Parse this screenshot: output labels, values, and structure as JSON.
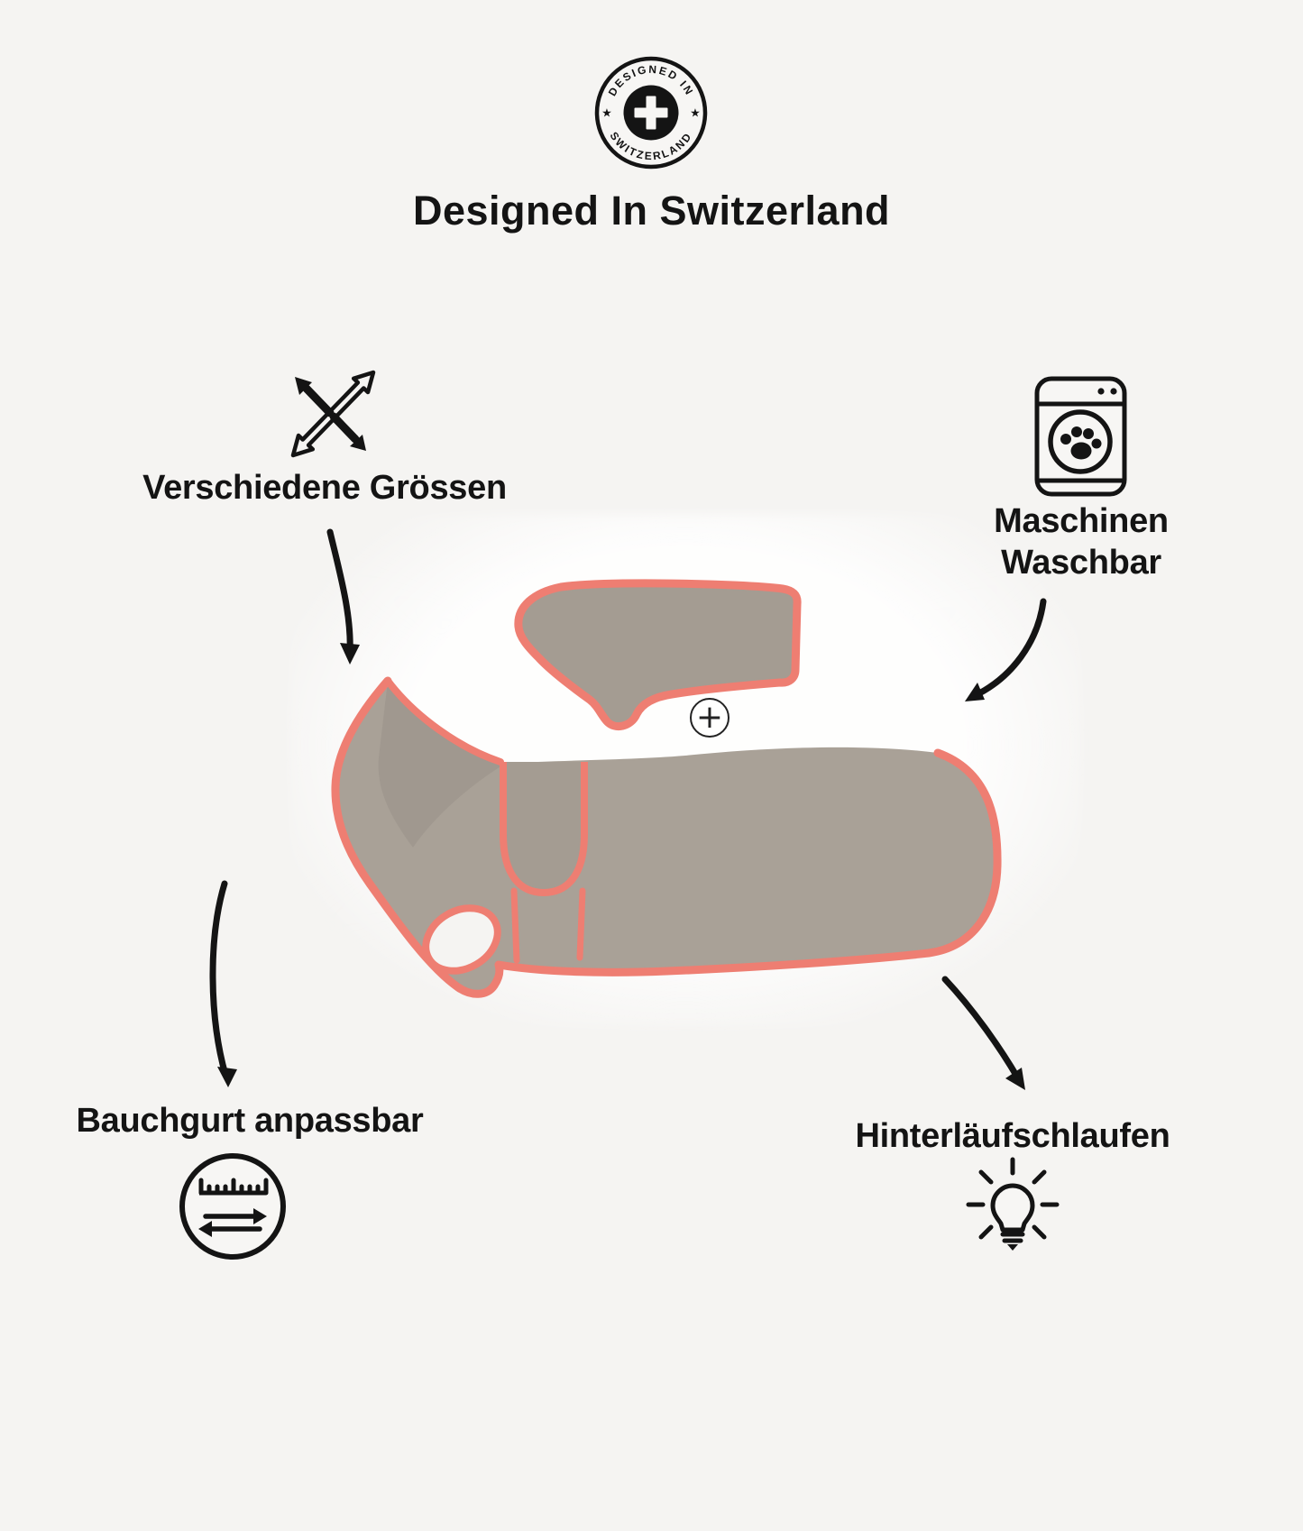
{
  "colors": {
    "bg": "#f5f4f2",
    "ink": "#141414",
    "coral": "#ee7e72",
    "grey": "#a9a197",
    "greyDark": "#a49c92"
  },
  "badge": {
    "top_arc": "DESIGNED IN",
    "bottom_arc": "SWITZERLAND",
    "star_left": "★",
    "star_right": "★"
  },
  "heading": "Designed In Switzerland",
  "features": {
    "sizes": {
      "label": "Verschiedene Grössen"
    },
    "washable": {
      "label_line1": "Maschinen",
      "label_line2": "Waschbar"
    },
    "belly_strap": {
      "label": "Bauchgurt anpassbar"
    },
    "hind_loops": {
      "label": "Hinterläufschlaufen"
    }
  },
  "product": {
    "plus_label": "+"
  },
  "icons": {
    "badge": "swiss-cross-stamp-icon",
    "sizes": "expand-arrows-icon",
    "washable": "washing-machine-paw-icon",
    "belly_strap": "ruler-double-arrow-icon",
    "hind_loops": "lightbulb-icon",
    "plus": "plus-icon"
  }
}
